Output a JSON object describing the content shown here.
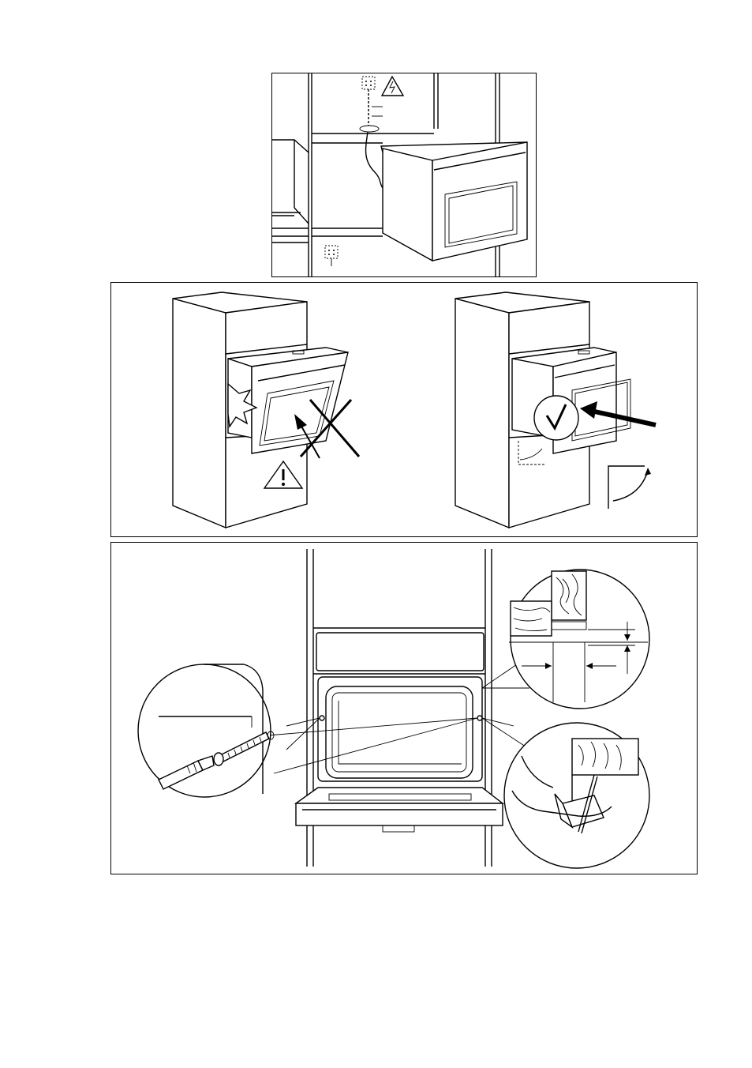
{
  "manual_page": {
    "figures": [
      {
        "id": "electrical-connection",
        "icons": [
          "junction-box-icon",
          "electric-shock-warning-icon"
        ]
      },
      {
        "id": "insertion-incorrect",
        "icons": [
          "warning-triangle-icon",
          "cross-mark-icon",
          "impact-burst-icon"
        ]
      },
      {
        "id": "insertion-correct",
        "icons": [
          "check-mark-icon",
          "push-arrow-icon",
          "angle-arrow-icon"
        ]
      },
      {
        "id": "fixing-screws",
        "icons": [
          "screw-icon",
          "screwdriver-icon",
          "wood-grain-detail"
        ]
      }
    ],
    "colors": {
      "ink": "#000000",
      "paper": "#ffffff"
    }
  }
}
